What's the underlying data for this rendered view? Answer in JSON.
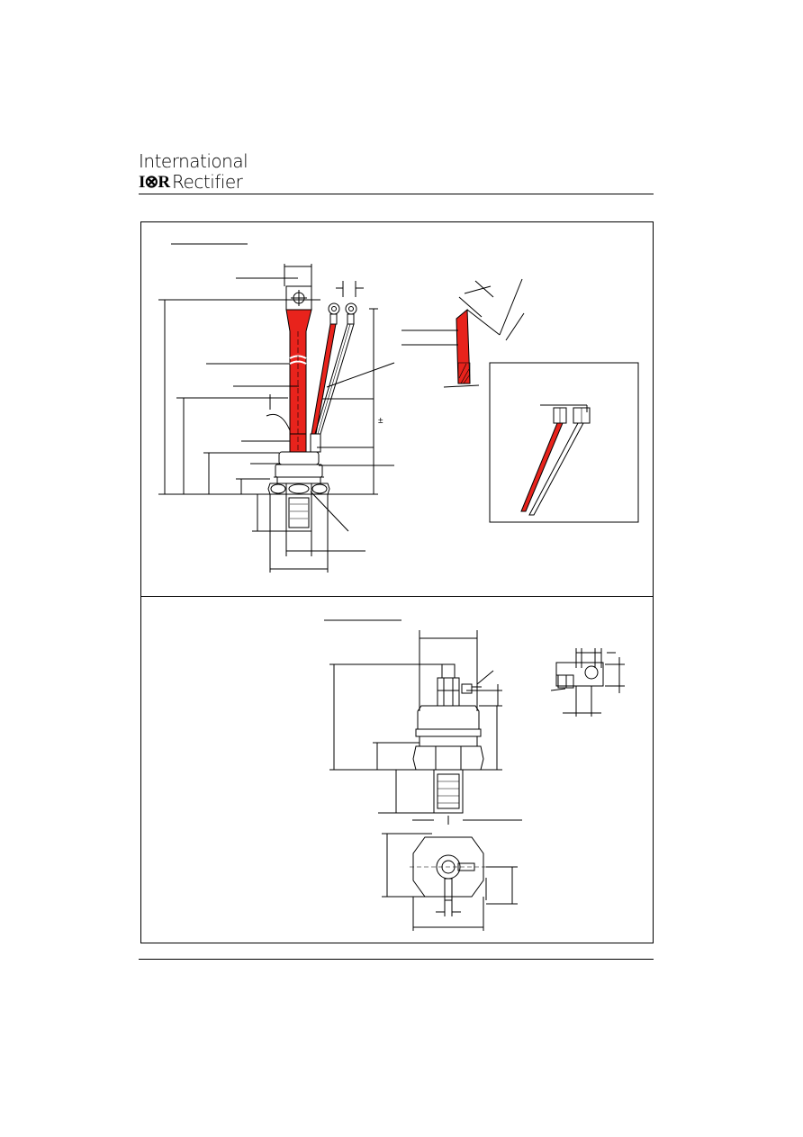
{
  "header": {
    "logo_line1": "International",
    "logo_mark": "I⊗R",
    "logo_line2": "Rectifier"
  },
  "figure": {
    "label_plus_minus": "±"
  },
  "colors": {
    "lead_red": "#e8231c",
    "ink": "#000000"
  }
}
